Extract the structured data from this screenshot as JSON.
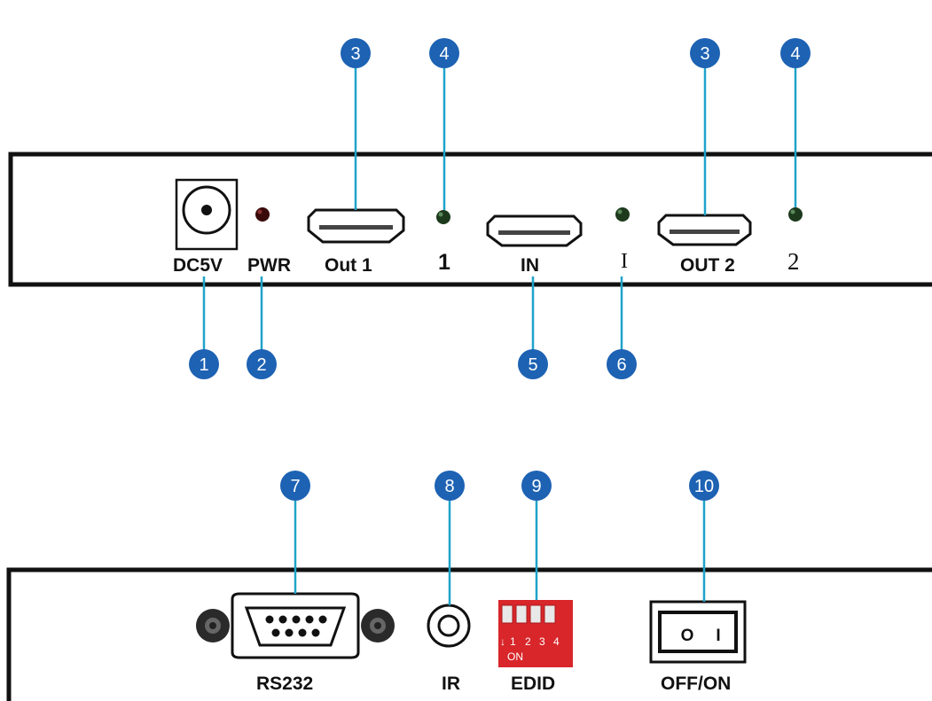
{
  "colors": {
    "callout_badge": "#1d62b3",
    "leader_line": "#1fa3c9",
    "panel_border": "#111111",
    "led_green": "#1d3a1d",
    "led_red": "#3a0a0a",
    "dip_red": "#d8262a"
  },
  "top_panel": {
    "labels": {
      "dc5v": "DC5V",
      "pwr": "PWR",
      "out1": "Out 1",
      "led1": "1",
      "in": "IN",
      "led_in": "I",
      "out2": "OUT 2",
      "led2": "2"
    },
    "callouts": {
      "c1": "1",
      "c2": "2",
      "c3a": "3",
      "c4a": "4",
      "c3b": "3",
      "c4b": "4",
      "c5": "5",
      "c6": "6"
    }
  },
  "bottom_panel": {
    "labels": {
      "rs232": "RS232",
      "ir": "IR",
      "edid": "EDID",
      "offon": "OFF/ON"
    },
    "dip": {
      "numbers": [
        "1",
        "2",
        "3",
        "4"
      ],
      "on_text": "ON"
    },
    "rocker": {
      "off_symbol": "O",
      "on_symbol": "I"
    },
    "callouts": {
      "c7": "7",
      "c8": "8",
      "c9": "9",
      "c10": "10"
    }
  }
}
